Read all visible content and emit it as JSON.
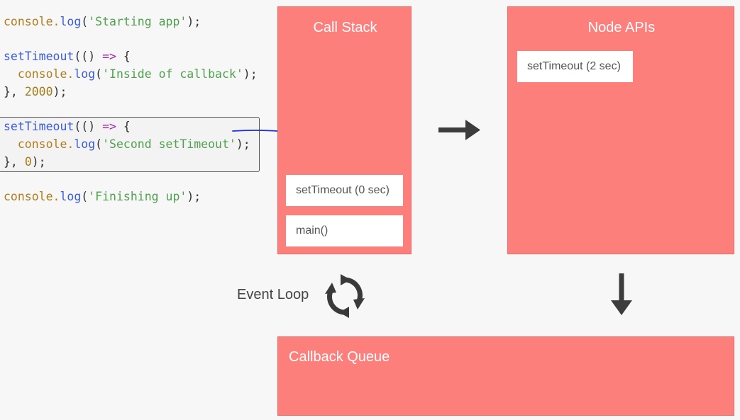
{
  "code": {
    "lines": [
      {
        "tokens": [
          {
            "t": "console.",
            "c": "method"
          },
          {
            "t": "log",
            "c": "fn"
          },
          {
            "t": "(",
            "c": "plain"
          },
          {
            "t": "'Starting app'",
            "c": "string"
          },
          {
            "t": ");",
            "c": "plain"
          }
        ]
      },
      {
        "tokens": [
          {
            "t": "setTimeout",
            "c": "fn"
          },
          {
            "t": "(() ",
            "c": "plain"
          },
          {
            "t": "=>",
            "c": "keyword"
          },
          {
            "t": " {",
            "c": "plain"
          }
        ]
      },
      {
        "tokens": [
          {
            "t": "  console.",
            "c": "method"
          },
          {
            "t": "log",
            "c": "fn"
          },
          {
            "t": "(",
            "c": "plain"
          },
          {
            "t": "'Inside of callback'",
            "c": "string"
          },
          {
            "t": ");",
            "c": "plain"
          }
        ]
      },
      {
        "tokens": [
          {
            "t": "}, ",
            "c": "plain"
          },
          {
            "t": "2000",
            "c": "number"
          },
          {
            "t": ");",
            "c": "plain"
          }
        ]
      },
      {
        "tokens": [
          {
            "t": "setTimeout",
            "c": "fn"
          },
          {
            "t": "(() ",
            "c": "plain"
          },
          {
            "t": "=>",
            "c": "keyword"
          },
          {
            "t": " {",
            "c": "plain"
          }
        ]
      },
      {
        "tokens": [
          {
            "t": "  console.",
            "c": "method"
          },
          {
            "t": "log",
            "c": "fn"
          },
          {
            "t": "(",
            "c": "plain"
          },
          {
            "t": "'Second setTimeout'",
            "c": "string"
          },
          {
            "t": ");",
            "c": "plain"
          }
        ]
      },
      {
        "tokens": [
          {
            "t": "}, ",
            "c": "plain"
          },
          {
            "t": "0",
            "c": "number"
          },
          {
            "t": ");",
            "c": "plain"
          }
        ]
      },
      {
        "tokens": [
          {
            "t": "console.",
            "c": "method"
          },
          {
            "t": "log",
            "c": "fn"
          },
          {
            "t": "(",
            "c": "plain"
          },
          {
            "t": "'Finishing up'",
            "c": "string"
          },
          {
            "t": ");",
            "c": "plain"
          }
        ]
      }
    ]
  },
  "call_stack": {
    "title": "Call Stack",
    "frames": [
      "setTimeout (0 sec)",
      "main()"
    ]
  },
  "node_apis": {
    "title": "Node APIs",
    "items": [
      "setTimeout (2 sec)"
    ]
  },
  "event_loop": {
    "label": "Event Loop"
  },
  "callback_queue": {
    "title": "Callback Queue"
  },
  "colors": {
    "panel": "#fd7f7c",
    "arrow": "#3c3c3c",
    "annotation": "#1f2fd6"
  },
  "icons": {
    "right_arrow": "arrow-right-icon",
    "down_arrow": "arrow-down-icon",
    "event_loop": "refresh-cycle-icon"
  }
}
